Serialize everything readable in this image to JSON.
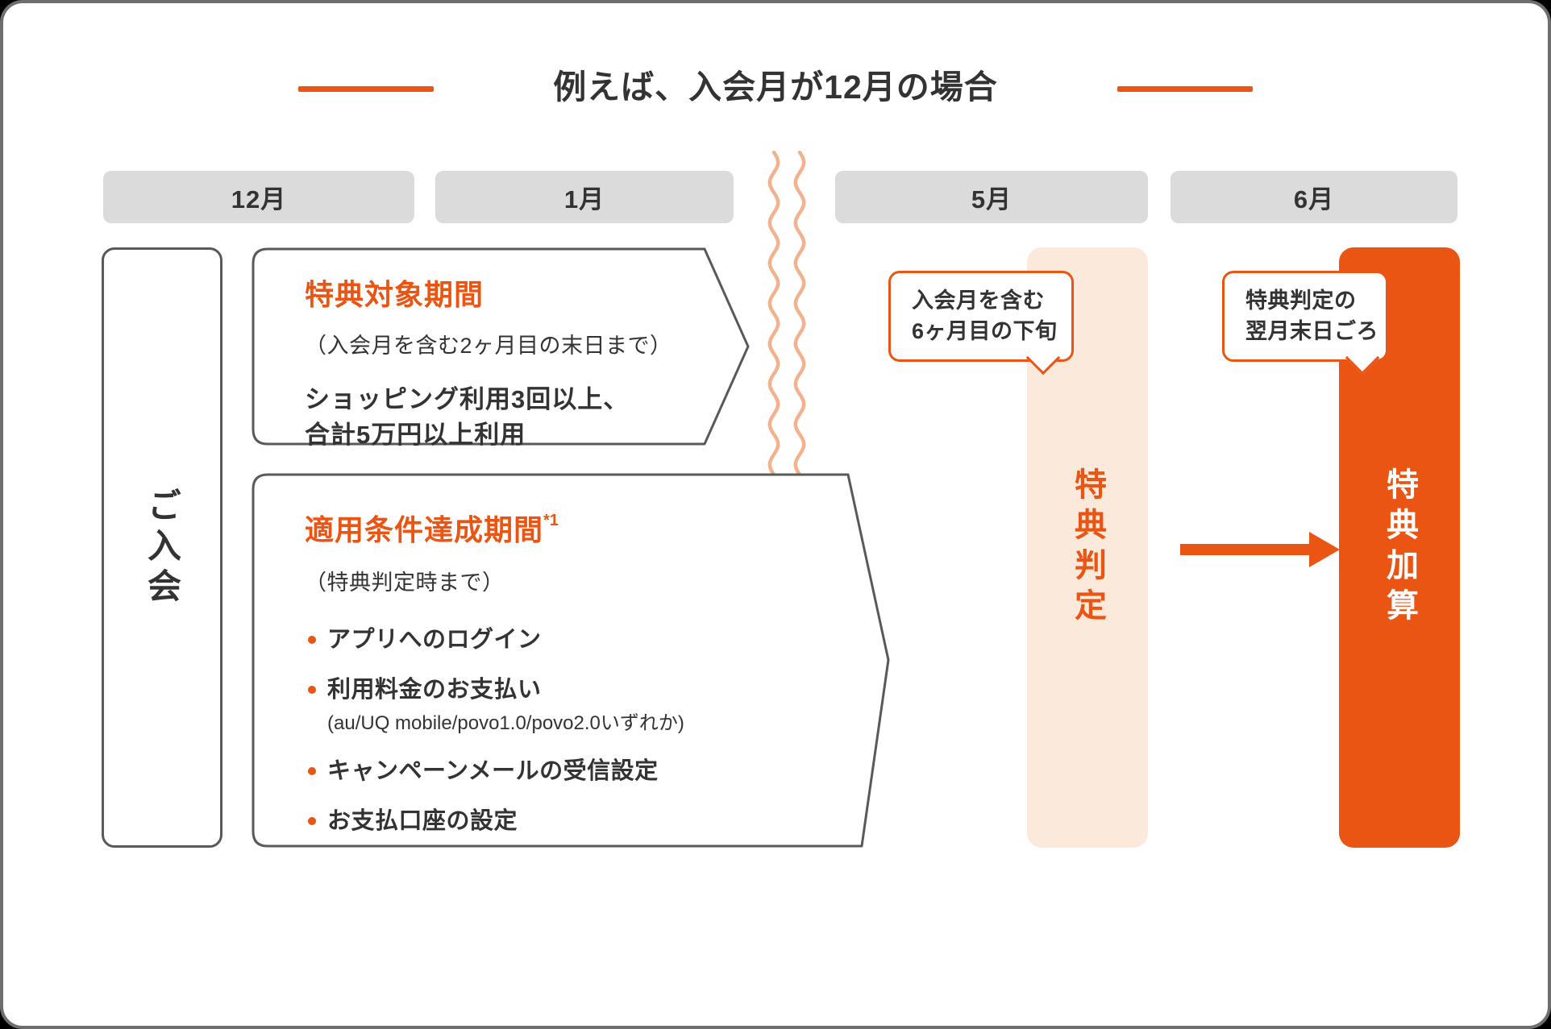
{
  "title": {
    "text": "例えば、入会月が12月の場合"
  },
  "months": [
    {
      "label": "12月"
    },
    {
      "label": "1月"
    },
    {
      "label": "5月"
    },
    {
      "label": "6月"
    }
  ],
  "join_box": {
    "label": "ご入会"
  },
  "benefit_box": {
    "heading": "特典対象期間",
    "subheading": "（入会月を含む2ヶ月目の末日まで）",
    "line1": "ショッピング利用3回以上、",
    "line2": "合計5万円以上利用"
  },
  "condition_box": {
    "heading": "適用条件達成期間",
    "heading_note": "*1",
    "subheading": "（特典判定時まで）",
    "items": [
      {
        "text": "アプリへのログイン",
        "note": ""
      },
      {
        "text": "利用料金のお支払い",
        "note": "(au/UQ mobile/povo1.0/povo2.0いずれか)"
      },
      {
        "text": "キャンペーンメールの受信設定",
        "note": ""
      },
      {
        "text": "お支払口座の設定",
        "note": ""
      }
    ]
  },
  "judgement": {
    "bubble_line1": "入会月を含む",
    "bubble_line2": "6ヶ月目の下旬",
    "bar_label": "特典判定"
  },
  "grant": {
    "bubble_line1": "特典判定の",
    "bubble_line2": "翌月末日ごろ",
    "bar_label": "特典加算"
  },
  "colors": {
    "accent": "#EA5514",
    "accent_light": "#FBE9DC",
    "wave": "#F4B18D",
    "month_bg": "#DBDBDB",
    "border_gray": "#595959",
    "text_dark": "#333333",
    "card_border": "#6E6E6E"
  }
}
